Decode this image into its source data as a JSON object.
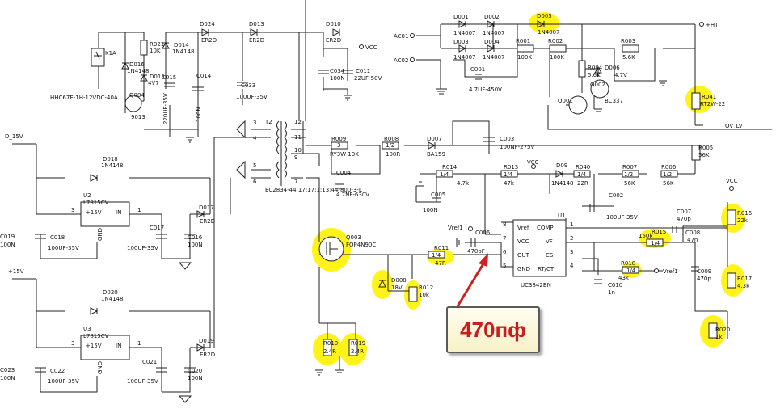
{
  "labels": {
    "k1a": "K1A",
    "relay_part": "HHC67E-1H-12VDC-40A",
    "d016": "D016",
    "d016_val": "1N4148",
    "d015": "D015",
    "d015_val": "4V7",
    "r021": "R021",
    "r021_val": "10K",
    "d014": "D014",
    "d014_val": "1N4148",
    "d024": "D024",
    "d024_val": "ER2D",
    "d013": "D013",
    "d013_val": "ER2D",
    "d010": "D010",
    "d010_val": "ER2D",
    "vcc": "VCC",
    "q004": "Q004",
    "q004_val": "9013",
    "c015": "C015",
    "c015_val": "220UF-35V",
    "c014": "C014",
    "c014_val": "100N",
    "c033": "C033",
    "c033_val": "100UF-35V",
    "c034": "C034",
    "c034_val": "100N",
    "c011": "C011",
    "c011_val": "22UF-50V",
    "ac01": "AC01",
    "ac02": "AC02",
    "d001": "D001",
    "d002": "D002",
    "d003": "D003",
    "d004": "D004",
    "d005": "D005",
    "in4007": "1N4007",
    "r001": "R001",
    "r001_val": "100K",
    "r002": "R002",
    "r002_val": "100K",
    "r003": "R003",
    "r003_val": "5.6K",
    "r004": "R004",
    "r004_val": "5.6K",
    "d006": "D006",
    "d006_val": "4.7V",
    "q002": "Q002",
    "q002_val": "BC337",
    "q001": "Q001",
    "c001": "C001",
    "c001_val": "4.7UF-450V",
    "ht": "+HT",
    "r041": "R041",
    "r041_val": "RT2W-22",
    "ov_lv": "OV_LV",
    "d15v": "D_15V",
    "t2": "T2",
    "t2_part": "EC2834-44:17:17:1:13:44-800-3-L",
    "r009": "R009",
    "r009_val": "RY3W-10K",
    "r009_code": "3",
    "r008": "R008",
    "r008_val": "100R",
    "r008_code": "1/2",
    "d007": "D007",
    "d007_val": "BA159",
    "c003": "C003",
    "c003_val": "100NF-275V",
    "c004": "C004",
    "c004_val": "4.7NF-630V",
    "r005": "R005",
    "r005_val": "56K",
    "r014": "R014",
    "r014_val": "4.7k",
    "r014_code": "1/4",
    "r013": "R013",
    "r013_val": "47k",
    "r013_code": "1/4",
    "d09": "D09",
    "d09_val": "1N4148",
    "r040": "R040",
    "r040_val": "22R",
    "r040_code": "1/4",
    "r007": "R007",
    "r007_val": "56K",
    "r007_code": "1/2",
    "r006": "R006",
    "r006_val": "56K",
    "r006_code": "1/2",
    "c005": "C005",
    "c005_val": "100N",
    "c002": "C002",
    "c002_val": "100UF-35V",
    "d018": "D018",
    "d018_val": "1N4148",
    "u2": "U2",
    "u2_part": "L7815CV",
    "u3": "U3",
    "u3_part": "L7815CV",
    "d020": "D020",
    "d020_val": "1N4148",
    "plus15v": "+15V",
    "reg_in": "IN",
    "reg_out": "+15V",
    "reg_gnd": "GND",
    "c018": "C018",
    "c018_val": "100UF-35V",
    "c017": "C017",
    "c017_val": "100UF-35V",
    "c016": "C016",
    "c016_val": "100N",
    "c019": "C019",
    "c019_val": "100N",
    "d017": "D017",
    "d017_val": "ER2D",
    "c022": "C022",
    "c022_val": "100UF-35V",
    "c021": "C021",
    "c021_val": "100UF-35V",
    "c020": "C020",
    "c020_val": "100N",
    "c023": "C023",
    "c023_val": "100N",
    "d019": "D019",
    "d019_val": "ER2D",
    "vref1": "Vref1",
    "q003": "Q003",
    "q003_val": "FQP4N90C",
    "r011": "R011",
    "r011_val": "47R",
    "r011_code": "1/4",
    "c006": "C006",
    "c006_val": "470pF",
    "d008": "D008",
    "d008_val": "18V",
    "r012": "R012",
    "r012_val": "10k",
    "u1": "U1",
    "u1_part": "UC3842BN",
    "pin_vref": "Vref",
    "pin_vcc": "VCC",
    "pin_out": "OUT",
    "pin_gnd": "GND",
    "pin_comp": "COMP",
    "pin_vf": "VF",
    "pin_cs": "CS",
    "pin_rtct": "RT/CT",
    "c007": "C007",
    "c007_val": "470p",
    "c008": "C008",
    "c008_val": "47n",
    "r015": "R015",
    "r015_val": "150k",
    "r015_code": "1/4",
    "r018": "R018",
    "r018_val": "43k",
    "r018_code": "1/4",
    "c010": "C010",
    "c010_val": "1n",
    "c009": "C009",
    "c009_val": "470p",
    "r016": "R016",
    "r016_val": "22k",
    "r017": "R017",
    "r017_val": "4.3k",
    "r020": "R020",
    "r020_val": "1k",
    "r010": "R010",
    "r010_val": "2.4R",
    "r019": "R019",
    "r019_val": "2.4R",
    "pin1": "1",
    "pin2": "2",
    "pin3": "3",
    "pin4": "4",
    "pin5": "5",
    "pin6": "6",
    "pin7": "7",
    "pin8": "8",
    "pin9": "9",
    "pin10": "10",
    "pin11": "11",
    "pin12": "12"
  },
  "callout": {
    "text": "470пф"
  },
  "colors": {
    "highlight": "#fff200",
    "arrow": "#d02020",
    "callout_text": "#c81e1e"
  }
}
